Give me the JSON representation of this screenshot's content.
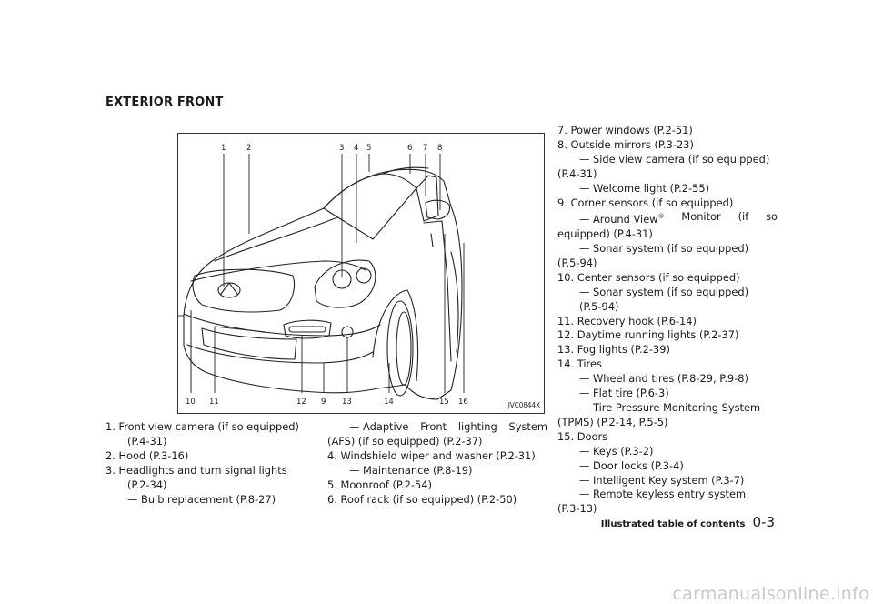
{
  "section_title": "EXTERIOR FRONT",
  "figure": {
    "code": "JVC0844X",
    "top_labels": [
      "1",
      "2",
      "3",
      "4",
      "5",
      "6",
      "7",
      "8"
    ],
    "bottom_labels": [
      "9",
      "10",
      "11",
      "12",
      "9",
      "13",
      "14",
      "15",
      "16"
    ]
  },
  "items": {
    "i1": "1.  Front view camera (if so equipped)",
    "i1b": "(P.4-31)",
    "i2": "2.  Hood (P.3-16)",
    "i3": "3.  Headlights and turn signal lights",
    "i3b": "(P.2-34)",
    "i3c": "— Bulb replacement (P.8-27)",
    "i3d1": "— Adaptive",
    "i3d2": "Front",
    "i3d3": "lighting",
    "i3d4": "System",
    "i3e": "(AFS) (if so equipped) (P.2-37)",
    "i4": "4.  Windshield wiper and washer (P.2-31)",
    "i4b": "— Maintenance (P.8-19)",
    "i5": "5.  Moonroof (P.2-54)",
    "i6": "6.  Roof rack (if so equipped) (P.2-50)",
    "i7": "7.  Power windows (P.2-51)",
    "i8": "8.  Outside mirrors (P.3-23)",
    "i8b": "— Side view camera (if so equipped)",
    "i8c": "(P.4-31)",
    "i8d": "— Welcome light (P.2-55)",
    "i9": "9.  Corner sensors (if so equipped)",
    "i9b1": "— Around View",
    "i9b_sup": "®",
    "i9b2": "Monitor",
    "i9b3": "(if",
    "i9b4": "so",
    "i9c": "equipped) (P.4-31)",
    "i9d": "— Sonar system (if so equipped)",
    "i9e": "(P.5-94)",
    "i10": "10. Center sensors (if so equipped)",
    "i10b": "— Sonar system (if so equipped)",
    "i10c": "(P.5-94)",
    "i11": "11. Recovery hook (P.6-14)",
    "i12": "12. Daytime running lights (P.2-37)",
    "i13": "13. Fog lights (P.2-39)",
    "i14": "14. Tires",
    "i14b": "— Wheel and tires (P.8-29, P.9-8)",
    "i14c": "— Flat tire (P.6-3)",
    "i14d": "— Tire Pressure Monitoring System",
    "i14e": "(TPMS) (P.2-14, P.5-5)",
    "i15": "15. Doors",
    "i15b": "— Keys (P.3-2)",
    "i15c": "— Door locks (P.3-4)",
    "i15d": "— Intelligent Key system (P.3-7)",
    "i15e": "— Remote keyless entry system",
    "i15f": "(P.3-13)"
  },
  "footer": {
    "section": "Illustrated table of contents",
    "page": "0-3"
  },
  "watermark": "carmanualsonline.info"
}
